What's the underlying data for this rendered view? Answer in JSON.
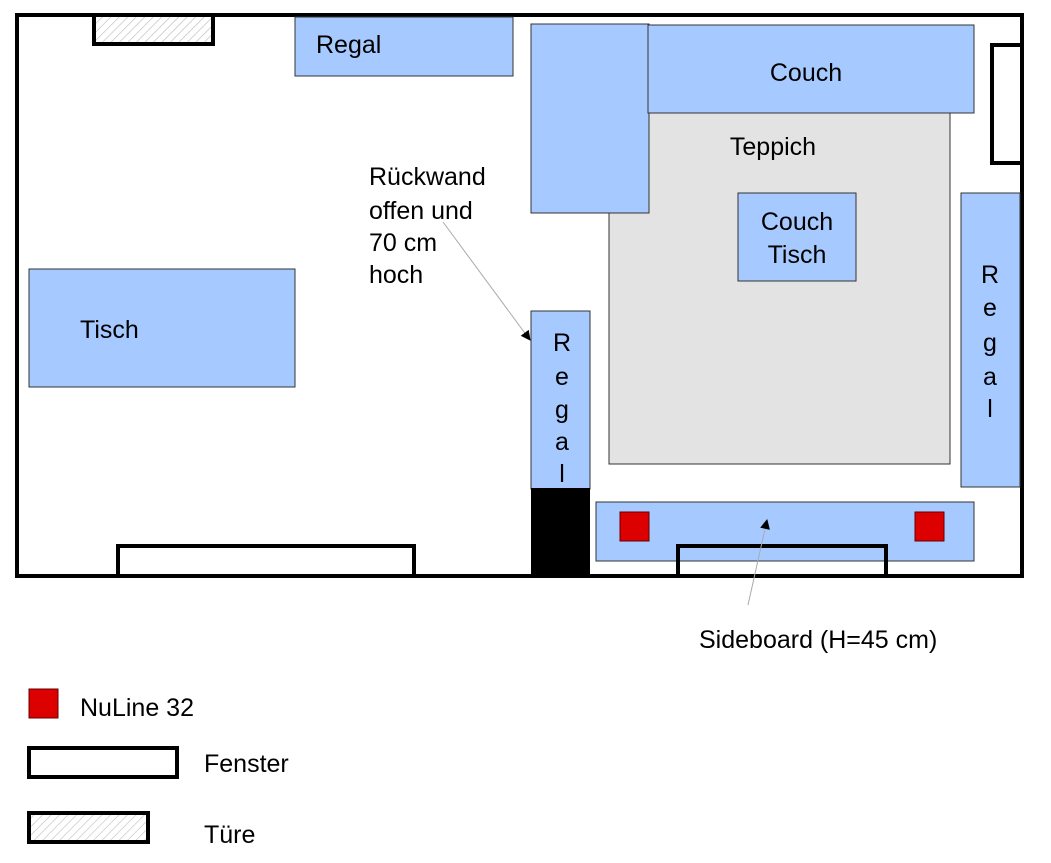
{
  "colors": {
    "furniture": "#a6caff",
    "rug": "#e3e3e3",
    "speaker": "#dd0000",
    "wall": "#000000"
  },
  "room": {
    "furniture": {
      "regal_top": "Regal",
      "couch": "Couch",
      "teppich": "Teppich",
      "couch_tisch": [
        "Couch",
        "Tisch"
      ],
      "tisch": "Tisch",
      "regal_middle": [
        "R",
        "e",
        "g",
        "a",
        "l"
      ],
      "regal_right": [
        "R",
        "e",
        "g",
        "a",
        "l"
      ]
    },
    "annotations": {
      "rueckwand": [
        "Rückwand",
        "offen und",
        "70 cm",
        "hoch"
      ],
      "sideboard": "Sideboard (H=45 cm)"
    }
  },
  "legend": {
    "speaker": "NuLine 32",
    "window": "Fenster",
    "door": "Türe"
  }
}
